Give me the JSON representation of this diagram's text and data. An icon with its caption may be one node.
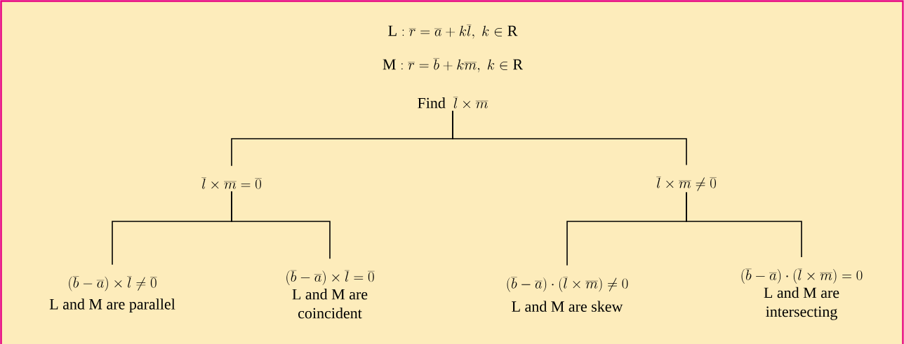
{
  "diagram": {
    "nodes": [
      {
        "text": [
          "\\mathrm{Find}\\ \\ \\overline{l}\\times\\overline{m}"
        ]
      },
      {
        "text": [
          "\\overline{l}\\times\\overline{m}=\\overline{0}"
        ]
      },
      {
        "text": [
          "\\overline{l}\\times\\overline{m}\\neq\\overline{0}"
        ]
      },
      {
        "text": [
          "(\\overline{b}-\\overline{a})\\times\\overline{l}\\neq\\overline{0}",
          "L and M are parallel"
        ]
      },
      {
        "text": [
          "(\\overline{b}-\\overline{a})\\times\\overline{l}=\\overline{0}",
          "L and M are coincident"
        ]
      },
      {
        "text": [
          "(\\overline{b}-\\overline{a})\\cdot(\\overline{l}\\times\\overline{m})\\neq 0",
          "L and M are skew"
        ]
      },
      {
        "text": [
          "(\\overline{b}-\\overline{a})\\cdot(\\overline{l}\\times\\overline{m})=0",
          "L and M are intersecting"
        ]
      }
    ],
    "edges": [
      {
        "from": 0,
        "to": 1,
        "arrow": "none"
      },
      {
        "from": 0,
        "to": 2,
        "arrow": "none"
      },
      {
        "from": 1,
        "to": 3,
        "arrow": "none"
      },
      {
        "from": 1,
        "to": 4,
        "arrow": "none"
      },
      {
        "from": 2,
        "to": 5,
        "arrow": "none"
      },
      {
        "from": 2,
        "to": 6,
        "arrow": "none"
      }
    ],
    "labels": [
      "\\mathrm{L} : \\overline{r} = \\overline{a} + k\\overline{l},\\ k\\in\\mathrm{R}",
      "\\mathrm{M} : \\overline{r} = \\overline{b} + k\\overline{m},\\ k\\in\\mathrm{R}"
    ]
  }
}
